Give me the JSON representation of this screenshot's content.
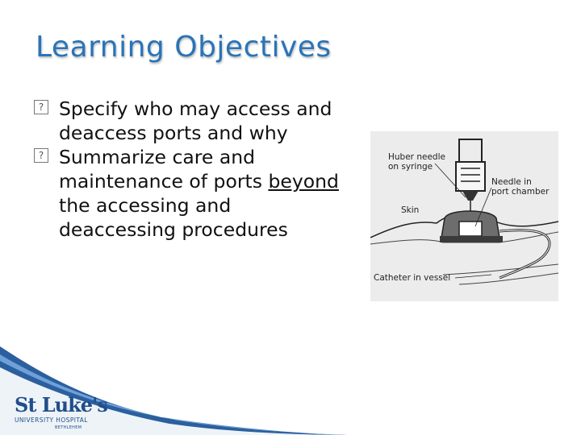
{
  "slide": {
    "title": "Learning Objectives",
    "bullets": [
      {
        "before": "Specify who may access and deaccess ports and why",
        "underlined": "",
        "after": ""
      },
      {
        "before": "Summarize care and maintenance of ports ",
        "underlined": "beyond",
        "after": " the accessing and deaccessing procedures"
      }
    ],
    "bullet_glyph": "?"
  },
  "illustration": {
    "labels": {
      "huber_line1": "Huber needle",
      "huber_line2": "on syringe",
      "needle_line1": "Needle in",
      "needle_line2": "port chamber",
      "skin": "Skin",
      "catheter": "Catheter in vessel"
    }
  },
  "logo": {
    "name": "St Luke's",
    "line1": "UNIVERSITY HOSPITAL",
    "line2": "BETHLEHEM"
  },
  "colors": {
    "title": "#2a74b7",
    "accent_blue": "#1f4f8a"
  }
}
